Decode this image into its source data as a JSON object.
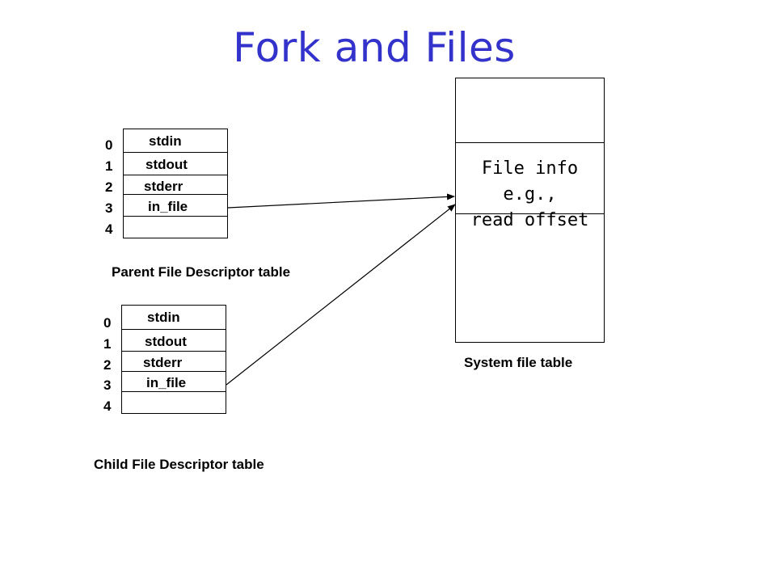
{
  "title": "Fork and Files",
  "parent": {
    "indices": [
      "0",
      "1",
      "2",
      "3",
      "4"
    ],
    "entries": [
      "stdin",
      "stdout",
      "stderr",
      "in_file"
    ],
    "caption": "Parent File Descriptor table"
  },
  "child": {
    "indices": [
      "0",
      "1",
      "2",
      "3",
      "4"
    ],
    "entries": [
      "stdin",
      "stdout",
      "stderr",
      "in_file"
    ],
    "caption": "Child File Descriptor table"
  },
  "system": {
    "info_line1": "File info e.g.,",
    "info_line2": "read offset",
    "caption": "System file table"
  },
  "colors": {
    "title": "#3333cc",
    "lines": "#000000"
  }
}
